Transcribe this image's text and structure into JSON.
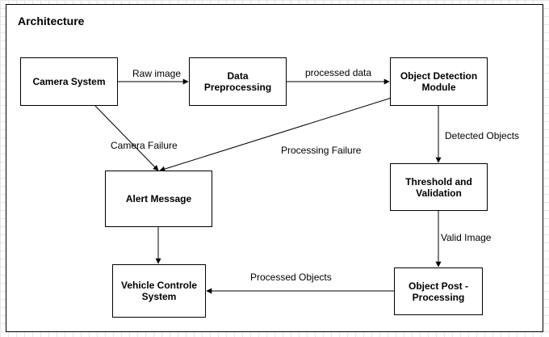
{
  "title": "Architecture",
  "nodes": {
    "camera": "Camera System",
    "preprocessing": "Data Preprocessing",
    "detection": "Object Detection Module",
    "alert": "Alert Message",
    "threshold": "Threshold and Validation",
    "vehicle": "Vehicle Controle System",
    "postprocessing": "Object Post - Processing"
  },
  "edges": {
    "raw_image": "Raw image",
    "processed_data": "processed data",
    "camera_failure": "Camera Failure",
    "processing_failure": "Processing Failure",
    "detected_objects": "Detected Objects",
    "valid_image": "Valid Image",
    "processed_objects": "Processed Objects"
  }
}
